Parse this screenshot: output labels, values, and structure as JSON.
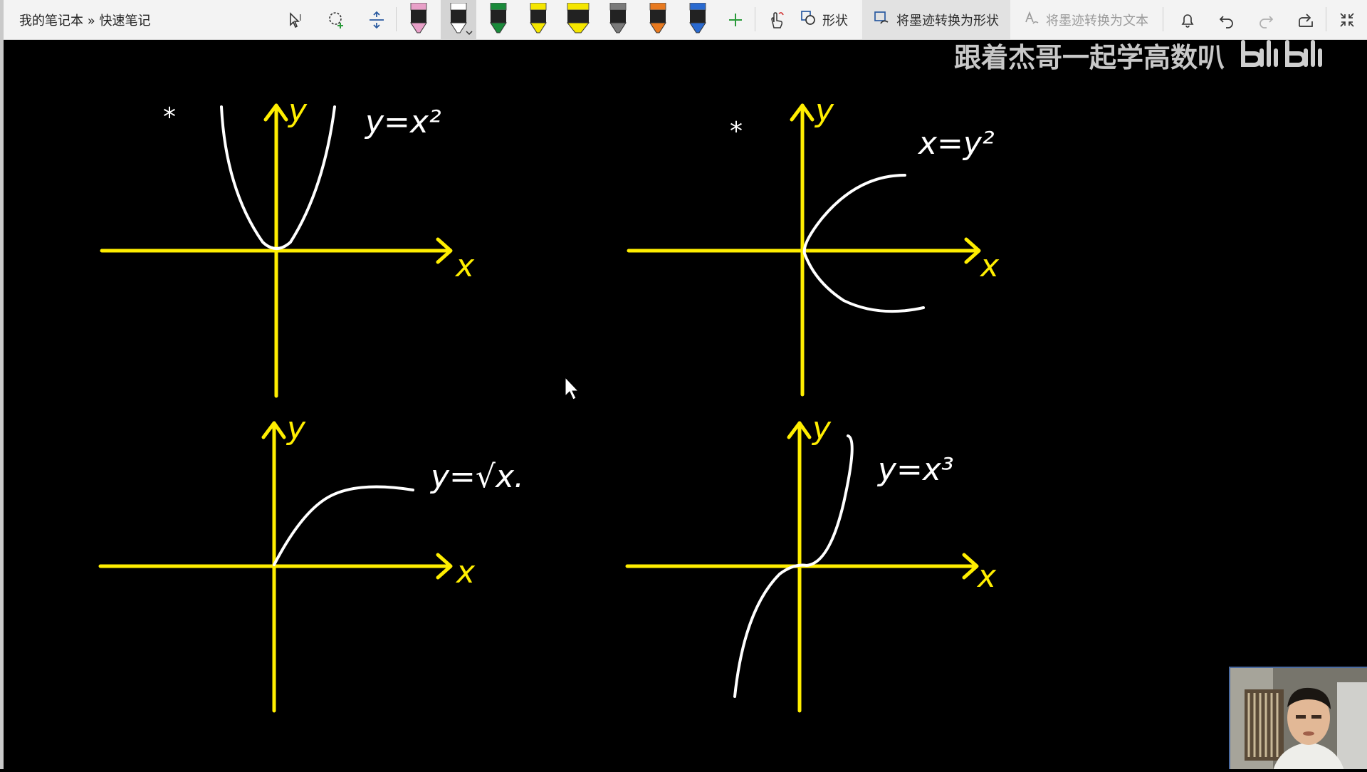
{
  "toolbar": {
    "breadcrumb": "我的笔记本 » 快速笔记",
    "shapes_label": "形状",
    "ink_to_shape_label": "将墨迹转换为形状",
    "ink_to_text_label": "将墨迹转换为文本",
    "pens": [
      {
        "name": "pen-eraser-pink",
        "color": "#e8a0c8"
      },
      {
        "name": "pen-white",
        "color": "#ffffff"
      },
      {
        "name": "pen-green",
        "color": "#1a8a3a"
      },
      {
        "name": "pen-yellow",
        "color": "#f5e600"
      },
      {
        "name": "highlighter-yellow",
        "color": "#f5e600"
      },
      {
        "name": "pen-pencil-gray",
        "color": "#7a7a7a"
      },
      {
        "name": "pen-orange",
        "color": "#e87a20"
      },
      {
        "name": "pen-blue",
        "color": "#2a6ad0"
      }
    ],
    "icons": {
      "lasso_select": "lasso-select-icon",
      "add_space": "add-space-icon",
      "insert_space": "insert-space-icon",
      "add_pen": "plus-icon",
      "touch_draw": "touch-draw-icon",
      "shapes": "shapes-icon",
      "ink_to_shape": "ink-to-shape-icon",
      "ink_to_text": "ink-to-text-icon",
      "bell": "bell-icon",
      "undo": "undo-icon",
      "redo": "redo-icon",
      "share": "share-icon",
      "collapse": "collapse-icon"
    }
  },
  "watermark": {
    "text": "跟着杰哥一起学高数叭",
    "logo": "bilibili"
  },
  "graphs": [
    {
      "equation": "y=x²",
      "axis_x": "x",
      "axis_y": "y",
      "mark": "*"
    },
    {
      "equation": "x=y²",
      "axis_x": "x",
      "axis_y": "y",
      "mark": "*"
    },
    {
      "equation": "y=√x.",
      "axis_x": "x",
      "axis_y": "y"
    },
    {
      "equation": "y=x³",
      "axis_x": "x",
      "axis_y": "y"
    }
  ],
  "colors": {
    "axis": "#ffee00",
    "curve": "#ffffff",
    "background": "#000000",
    "toolbar": "#f3f3f3"
  }
}
